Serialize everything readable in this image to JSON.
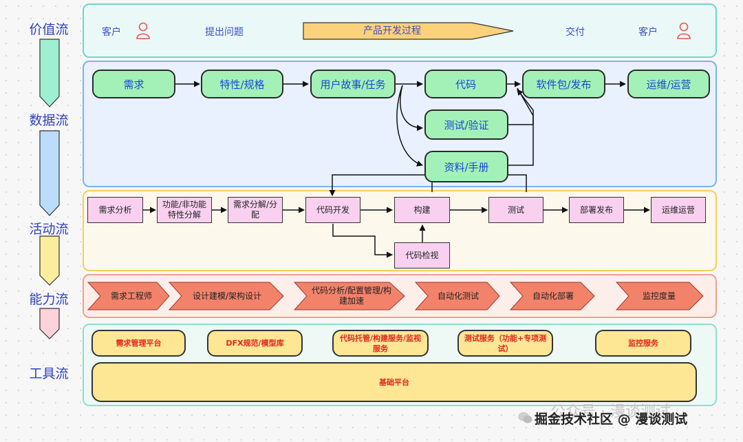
{
  "flows": [
    "价值流",
    "数据流",
    "活动流",
    "能力流",
    "工具流"
  ],
  "value_stream": {
    "customer_left": "客户",
    "raise_issue": "提出问题",
    "process": "产品开发过程",
    "deliver": "交付",
    "customer_right": "客户"
  },
  "data_stream": {
    "requirement": "需求",
    "feature_spec": "特性/规格",
    "user_story": "用户故事/任务",
    "code": "代码",
    "package": "软件包/发布",
    "ops": "运维/运营",
    "test": "测试/验证",
    "docs": "资料/手册"
  },
  "activity_stream": {
    "req_analysis": "需求分析",
    "func_analysis": "功能/非功能特性分解",
    "req_decompose": "需求分解/分配",
    "code_dev": "代码开发",
    "build": "构建",
    "test": "测试",
    "deploy": "部署发布",
    "ops": "运维运营",
    "code_review": "代码检视"
  },
  "capability_stream": [
    "需求工程师",
    "设计建模/架构设计",
    "代码分析/配置管理/构建加速",
    "自动化测试",
    "自动化部署",
    "监控度量"
  ],
  "tool_stream": {
    "req_platform": "需求管理平台",
    "dfx": "DFX规范/模型库",
    "code_hosting": "代码托管/构建服务/监视服务",
    "test_service": "测试服务（功能+专项测试）",
    "monitor": "监控服务",
    "base": "基础平台"
  },
  "watermark": {
    "ghost": "公众号 · 漫谈测试",
    "text": "掘金技术社区 @ 漫谈测试"
  },
  "colors": {
    "value_arrow": "#9ff0d2",
    "data_arrow": "#bcdcfb",
    "activity_arrow": "#fbed9e",
    "capability_arrow": "#fcd3da",
    "flow_text": "#2f43b8",
    "green_node": "#a4f1b7",
    "pink_node": "#f9d0f0",
    "salmon_chevron": "#f2826a",
    "yellow_node": "#fde694",
    "red_text": "#e0271c"
  }
}
